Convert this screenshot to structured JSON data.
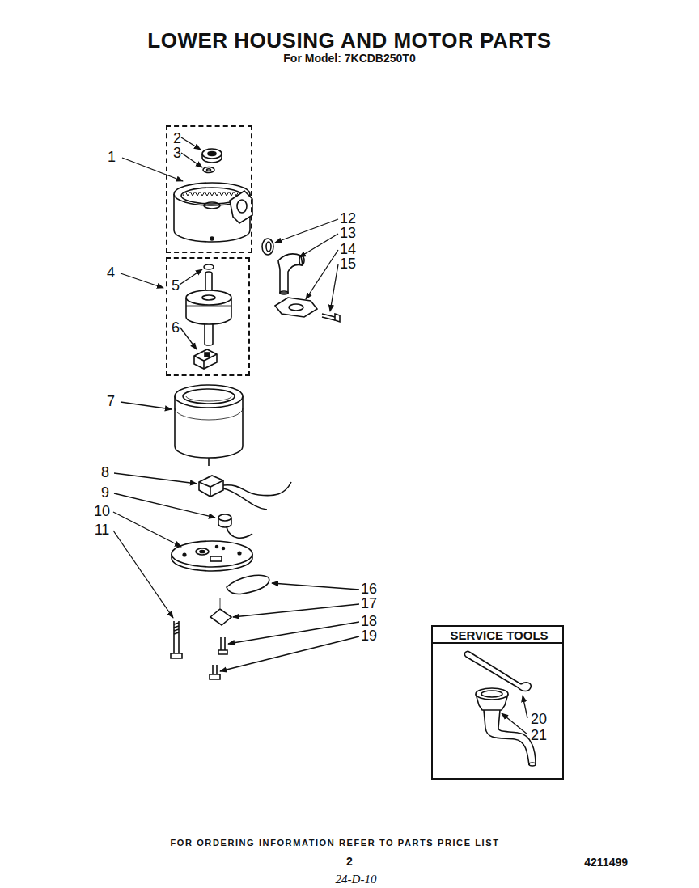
{
  "diagram": {
    "title": "LOWER HOUSING AND MOTOR PARTS",
    "nodes": [
      {
        "text": [
          "2",
          "3"
        ]
      },
      {
        "text": [
          "5",
          "6"
        ]
      },
      {
        "text": [
          "SERVICE TOOLS",
          "20",
          "21"
        ]
      }
    ],
    "labels": [
      "For Model: 7KCDB250T0",
      "1",
      "4",
      "7",
      "8",
      "9",
      "10",
      "11",
      "12",
      "13",
      "14",
      "15",
      "16",
      "17",
      "18",
      "19",
      "FOR ORDERING INFORMATION REFER TO PARTS PRICE LIST",
      "2",
      "4211499",
      "24-D-10"
    ]
  }
}
